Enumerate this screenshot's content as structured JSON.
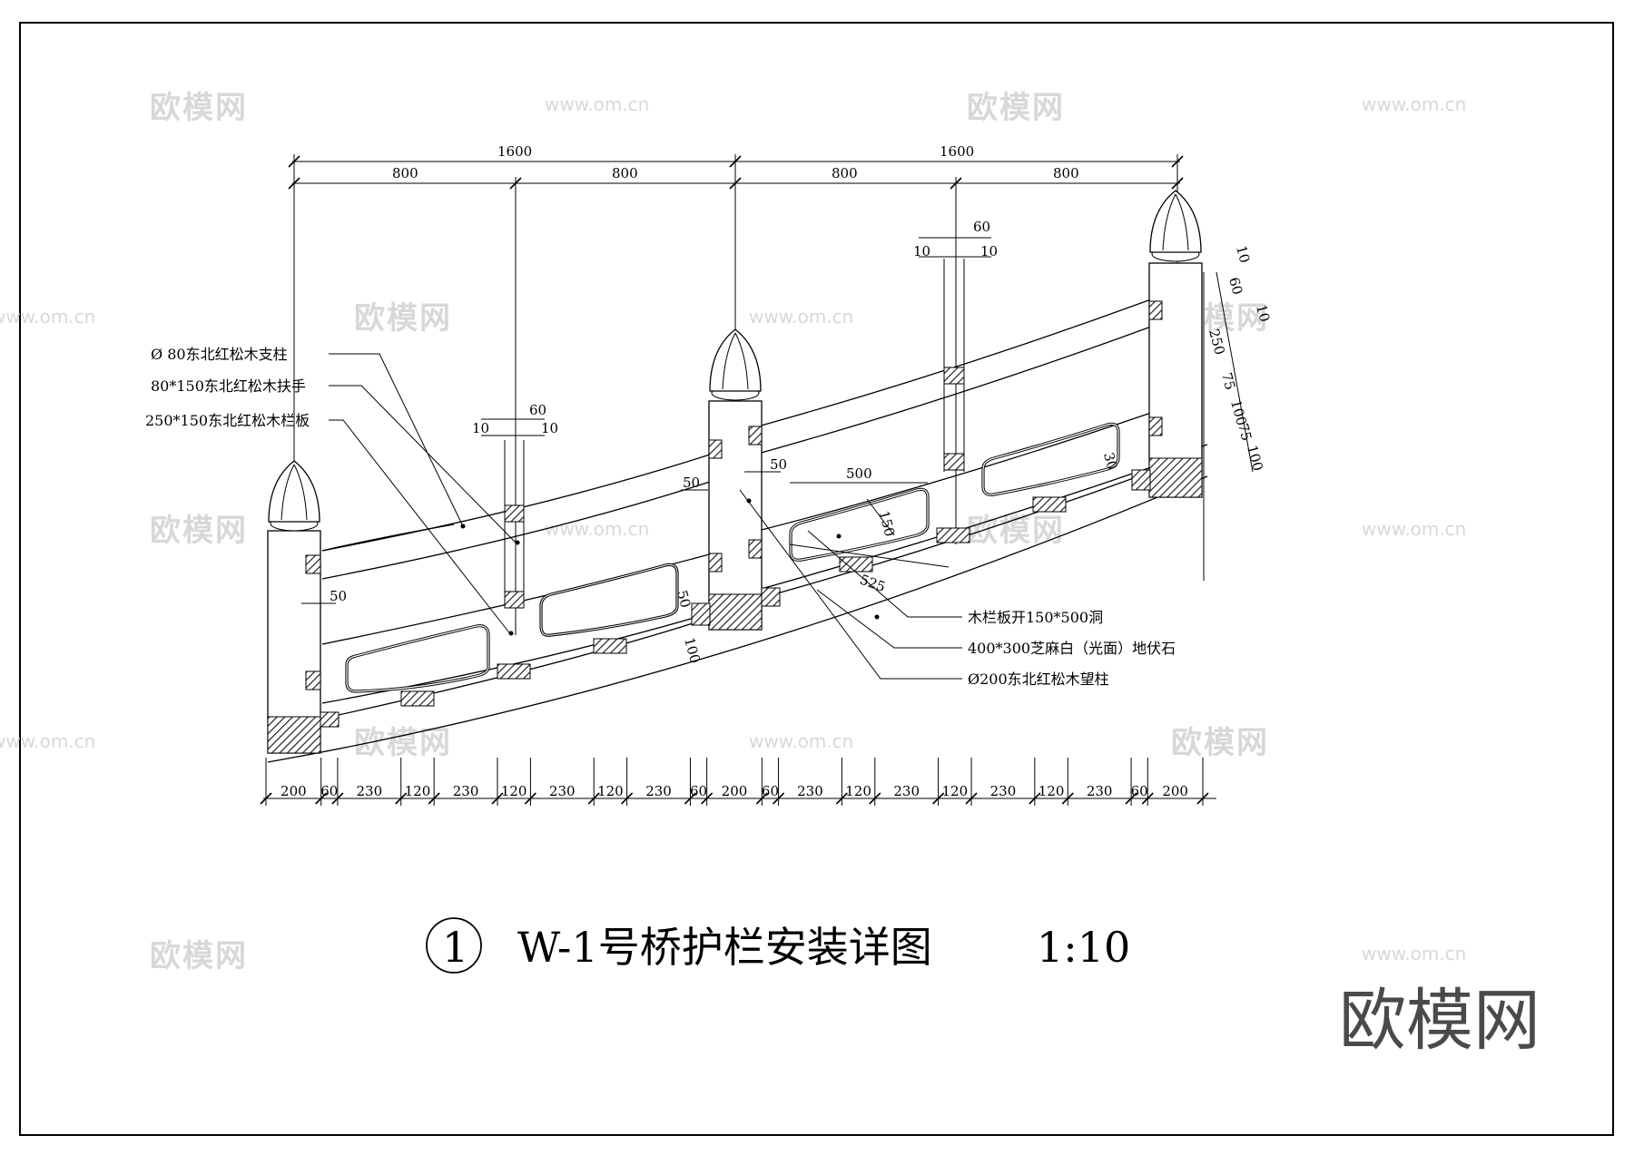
{
  "drawing": {
    "title": "W-1号桥护栏安装详图",
    "number": "1",
    "scale": "1:10",
    "logo": "欧模网",
    "watermark_text": "欧模网",
    "watermark_url": "www.om.cn"
  },
  "dimensions": {
    "top_spans": [
      "1600",
      "1600"
    ],
    "sub_spans": [
      "800",
      "800",
      "800",
      "800"
    ],
    "bottom": [
      "200",
      "60",
      "230",
      "120",
      "230",
      "120",
      "230",
      "120",
      "230",
      "60",
      "200",
      "60",
      "230",
      "120",
      "230",
      "120",
      "230",
      "120",
      "230",
      "60",
      "200"
    ],
    "small": {
      "post_gap_60": "60",
      "post_gap_10": "10",
      "d50": "50",
      "d500": "500",
      "d525": "525",
      "d150": "150",
      "d100": "100",
      "d30": "30",
      "d250": "250",
      "d75": "75"
    }
  },
  "labels": {
    "support_post": "Ø 80东北红松木支柱",
    "handrail": "80*150东北红松木扶手",
    "rail_board": "250*150东北红松木栏板",
    "board_hole": "木栏板开150*500洞",
    "ground_stone": "400*300芝麻白（光面）地伏石",
    "main_post": "Ø200东北红松木望柱"
  },
  "colors": {
    "line": "#000000",
    "hatch": "#333333",
    "watermark": "#d8d8d8",
    "logo": "#4a4a4a"
  }
}
